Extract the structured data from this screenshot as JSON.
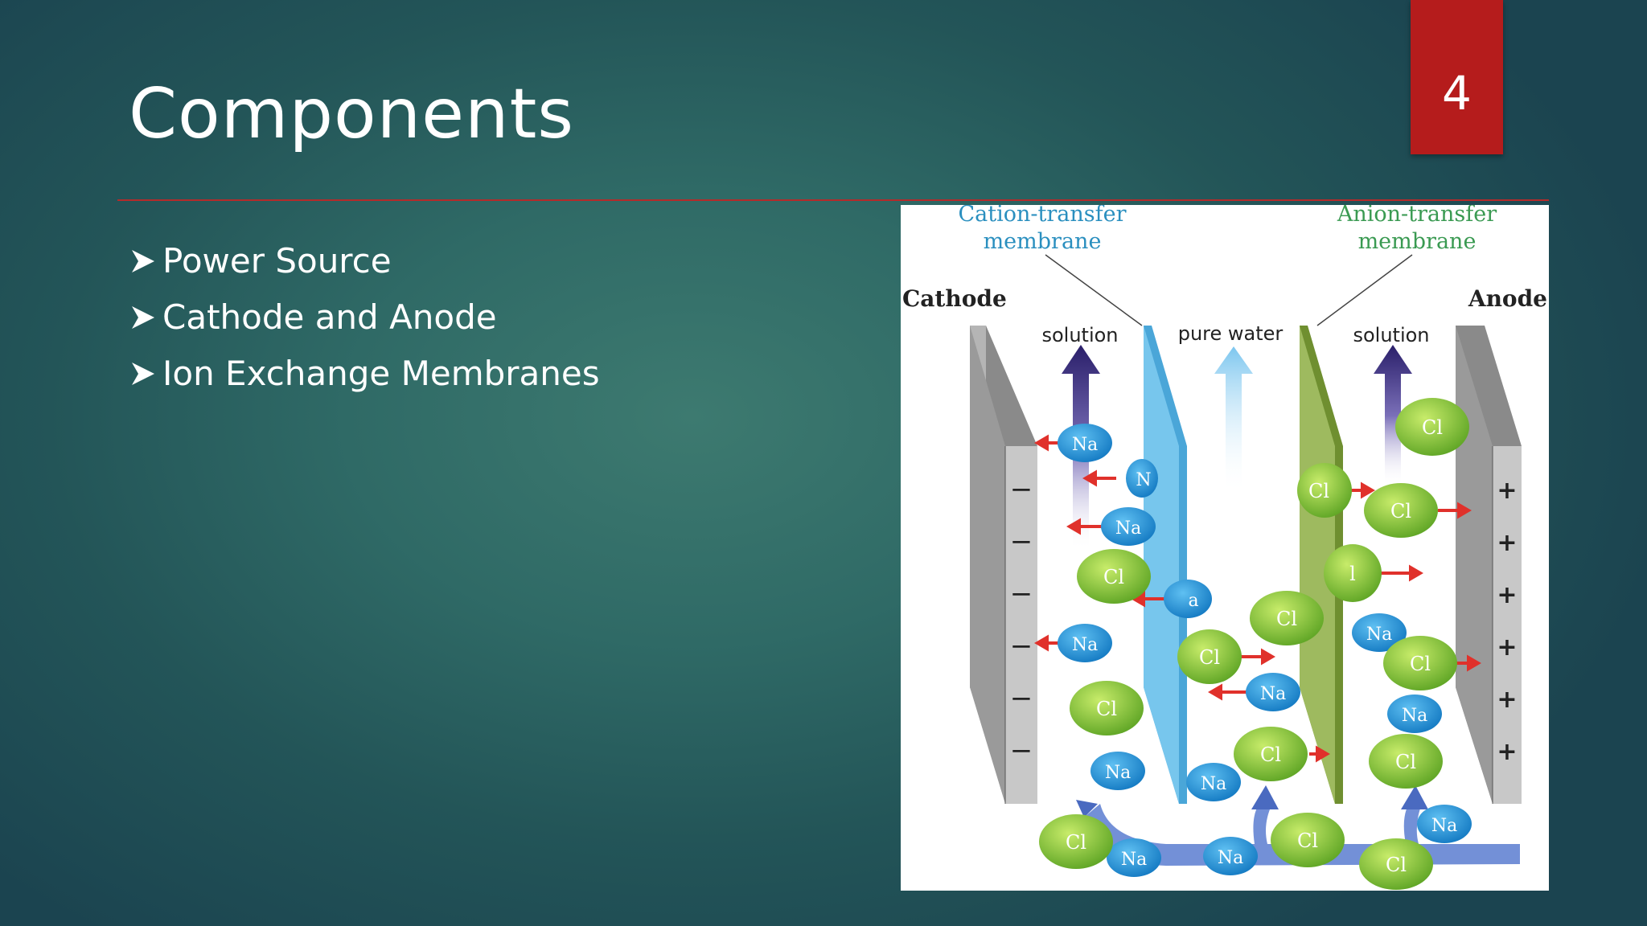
{
  "slide": {
    "title": "Components",
    "page_number": "4",
    "bullets": [
      "Power Source",
      "Cathode and Anode",
      "Ion Exchange Membranes"
    ]
  },
  "figure": {
    "labels": {
      "cation_membrane_line1": "Cation-transfer",
      "cation_membrane_line2": "membrane",
      "anion_membrane_line1": "Anion-transfer",
      "anion_membrane_line2": "membrane",
      "cathode": "Cathode",
      "anode": "Anode",
      "solution_left": "solution",
      "pure_water": "pure water",
      "solution_right": "solution"
    },
    "cathode_signs": [
      "−",
      "−",
      "−",
      "−",
      "−",
      "−"
    ],
    "anode_signs": [
      "+",
      "+",
      "+",
      "+",
      "+",
      "+"
    ],
    "ion_labels": {
      "na": "Na",
      "cl": "Cl",
      "na_partial": "N",
      "cl_partial_left": "Cl",
      "cl_partial_right": "l",
      "na_partial_right": "a"
    }
  },
  "colors": {
    "accent_red": "#b51c1c",
    "title_text": "#ffffff",
    "membrane_cation": "#6cc0ea",
    "membrane_anion": "#97b55a",
    "na_ion": "#2596d8",
    "cl_ion": "#8cc83a"
  }
}
